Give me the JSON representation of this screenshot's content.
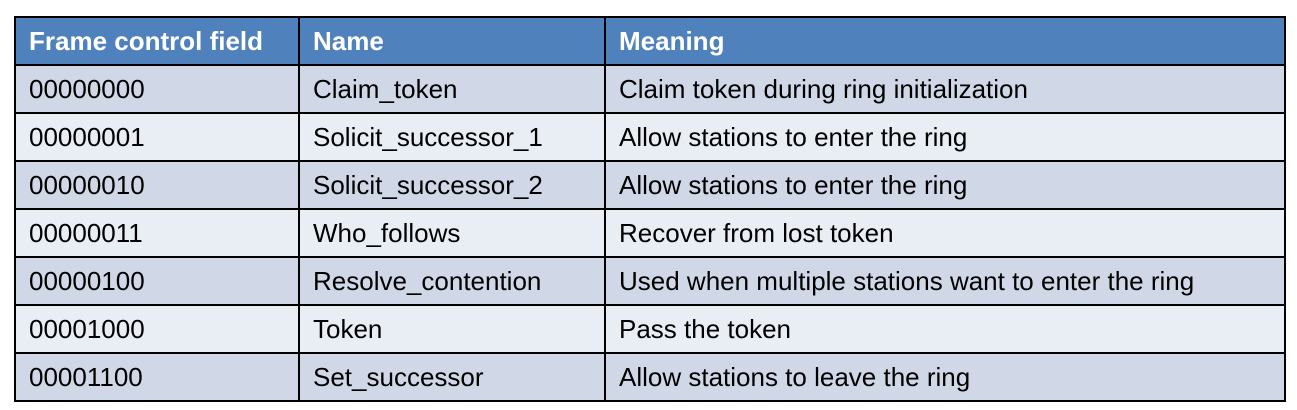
{
  "table": {
    "headers": [
      "Frame control field",
      "Name",
      "Meaning"
    ],
    "rows": [
      [
        "00000000",
        "Claim_token",
        "Claim token during ring initialization"
      ],
      [
        "00000001",
        "Solicit_successor_1",
        "Allow stations to enter the ring"
      ],
      [
        "00000010",
        "Solicit_successor_2",
        "Allow stations to enter the ring"
      ],
      [
        "00000011",
        "Who_follows",
        "Recover from lost token"
      ],
      [
        "00000100",
        "Resolve_contention",
        "Used when multiple stations want to enter the ring"
      ],
      [
        "00001000",
        "Token",
        "Pass the token"
      ],
      [
        "00001100",
        "Set_successor",
        "Allow stations to leave the ring"
      ]
    ]
  },
  "colors": {
    "header_bg": "#4f81bd",
    "row_odd_bg": "#d0d8e8",
    "row_even_bg": "#e9edf4",
    "border": "#000000"
  }
}
